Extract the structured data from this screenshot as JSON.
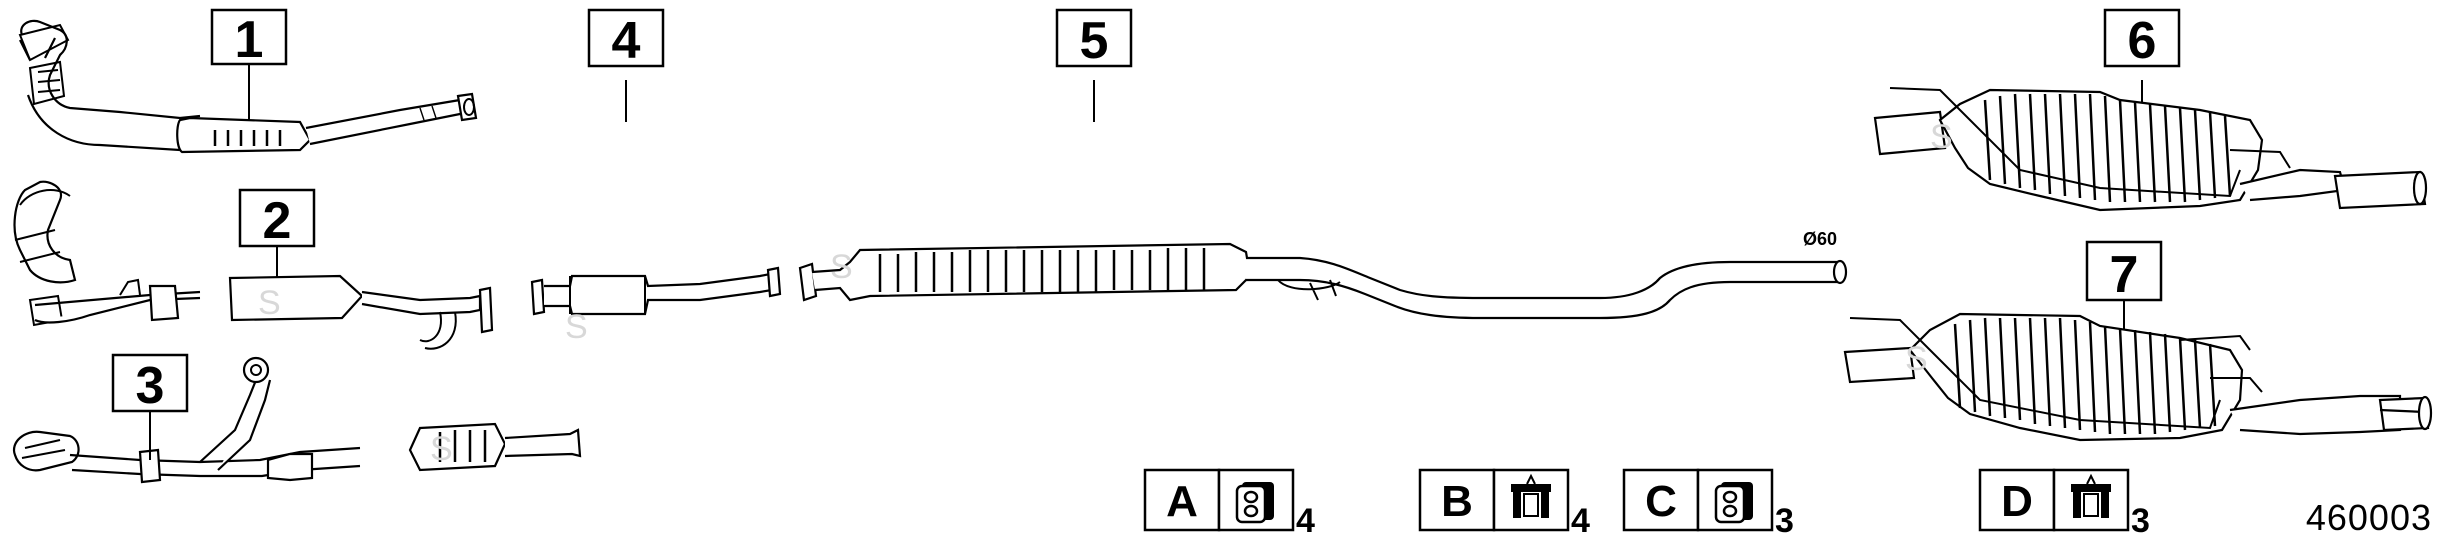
{
  "parts": [
    {
      "id": "part-1",
      "label": "1"
    },
    {
      "id": "part-2",
      "label": "2"
    },
    {
      "id": "part-3",
      "label": "3"
    },
    {
      "id": "part-4",
      "label": "4"
    },
    {
      "id": "part-5",
      "label": "5"
    },
    {
      "id": "part-6",
      "label": "6"
    },
    {
      "id": "part-7",
      "label": "7"
    }
  ],
  "kits": [
    {
      "letter": "A",
      "icon": "rubber-hanger-icon",
      "quantity": "4"
    },
    {
      "letter": "B",
      "icon": "bracket-clamp-icon",
      "quantity": "4"
    },
    {
      "letter": "C",
      "icon": "rubber-hanger-icon",
      "quantity": "3"
    },
    {
      "letter": "D",
      "icon": "bracket-clamp-icon",
      "quantity": "3"
    }
  ],
  "pipe_diameter_label": "Ø60",
  "watermark_letter": "S",
  "reference_number": "460003",
  "colors": {
    "line": "#000000",
    "background": "#ffffff",
    "watermark": "#d8d8d8"
  }
}
